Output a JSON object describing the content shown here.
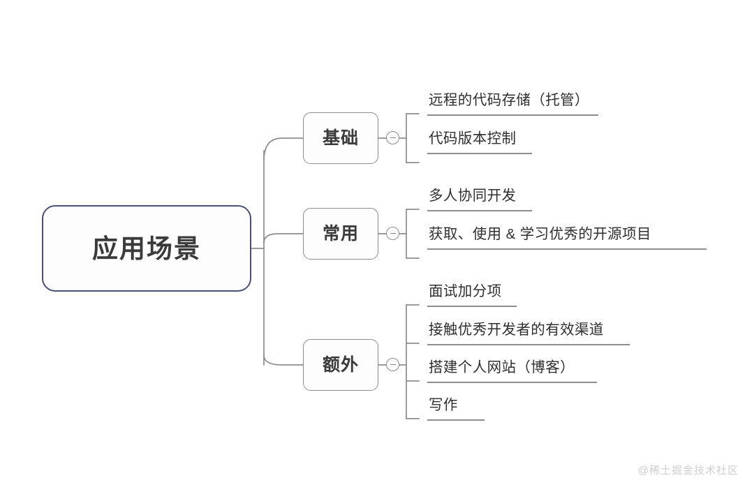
{
  "diagram": {
    "type": "mind-map",
    "root": {
      "label": "应用场景",
      "border_color": "#4a4f7a"
    },
    "branches": [
      {
        "label": "基础",
        "toggle": "minus-circle",
        "items": [
          {
            "text": "远程的代码存储（托管）",
            "rule_width": 245
          },
          {
            "text": "代码版本控制",
            "rule_width": 150
          }
        ]
      },
      {
        "label": "常用",
        "toggle": "minus-circle",
        "items": [
          {
            "text": "多人协同开发",
            "rule_width": 150
          },
          {
            "text": "获取、使用 & 学习优秀的开源项目",
            "rule_width": 400
          }
        ]
      },
      {
        "label": "额外",
        "toggle": "minus-circle",
        "items": [
          {
            "text": "面试加分项",
            "rule_width": 128
          },
          {
            "text": "接触优秀开发者的有效渠道",
            "rule_width": 290
          },
          {
            "text": "搭建个人网站（博客）",
            "rule_width": 243
          },
          {
            "text": "写作",
            "rule_width": 82
          }
        ]
      }
    ]
  },
  "watermark": {
    "text": "@稀土掘金技术社区",
    "color": "#cfcfcf"
  },
  "colors": {
    "background": "#ffffff",
    "root_border": "#4a4f7a",
    "node_border": "#8d8d8d",
    "connector": "#8d8d8d",
    "text": "#2f2f2f"
  }
}
